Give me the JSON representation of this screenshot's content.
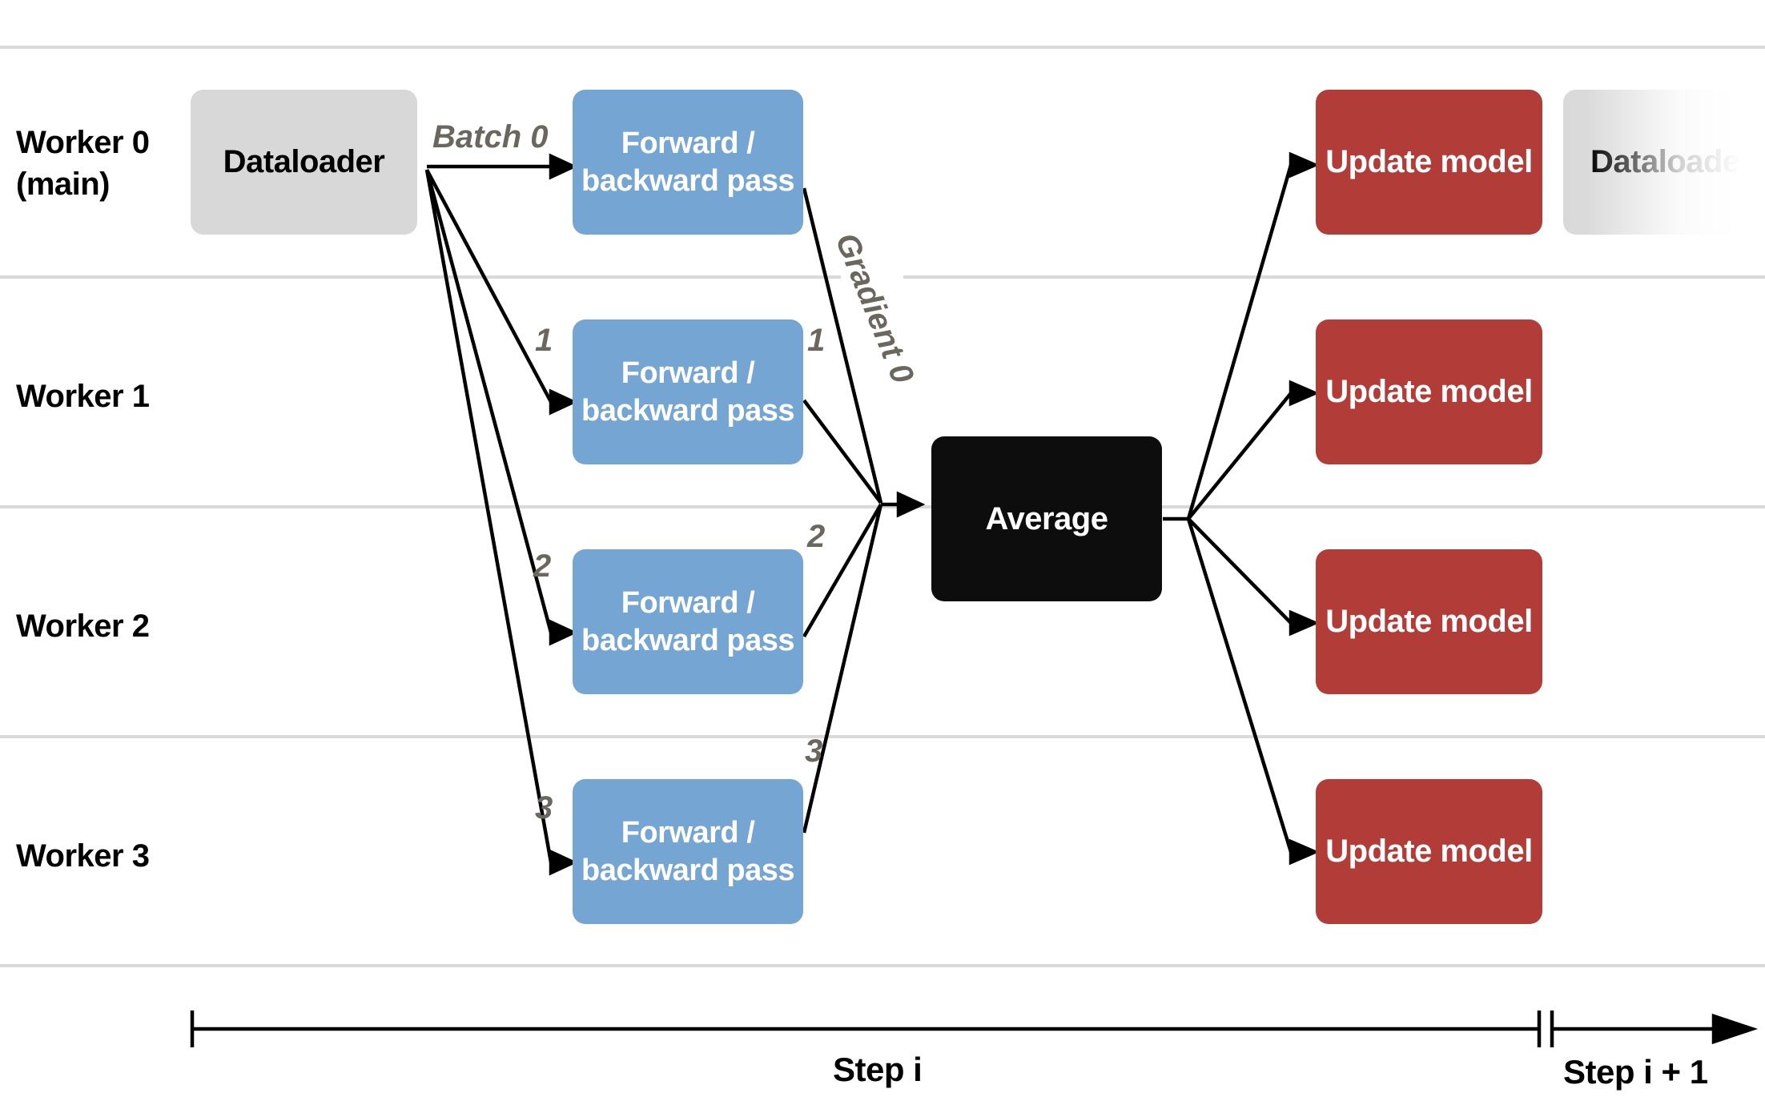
{
  "workers": [
    {
      "label": "Worker 0",
      "sublabel": "(main)"
    },
    {
      "label": "Worker 1"
    },
    {
      "label": "Worker 2"
    },
    {
      "label": "Worker 3"
    }
  ],
  "boxes": {
    "dataloader": "Dataloader",
    "forward_line1": "Forward /",
    "forward_line2": "backward pass",
    "average": "Average",
    "update": "Update model",
    "dataloader_next": "Dataloader"
  },
  "edge_labels": {
    "batch0": "Batch 0",
    "batch1": "1",
    "batch2": "2",
    "batch3": "3",
    "gradient0": "Gradient 0",
    "gradient1": "1",
    "gradient2": "2",
    "gradient3": "3"
  },
  "timeline": {
    "step_i": "Step i",
    "step_i_plus_1": "Step i + 1"
  },
  "colors": {
    "blue_box": "#74a5d3",
    "red_box": "#b23c38",
    "gray_box": "#d8d8d8",
    "black_box": "#0d0d0d",
    "edge_label_gray": "#6b675e",
    "separator_gray": "#d9d9d7",
    "arrow_black": "#000000"
  }
}
